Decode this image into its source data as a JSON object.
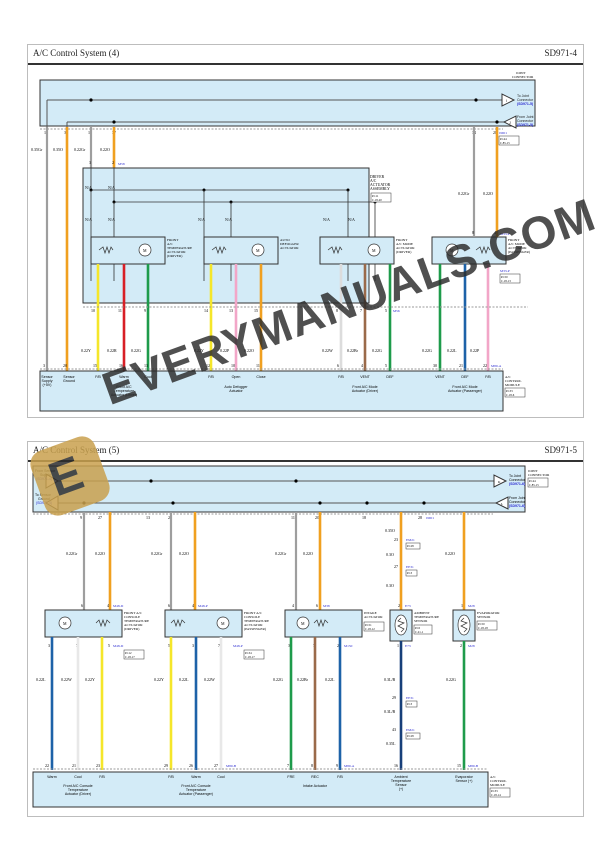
{
  "pages": [
    {
      "title": "A/C Control System (4)",
      "code": "SD971-4",
      "joint_connector": {
        "label": "JOINT CONNECTOR",
        "to": {
          "pin": "I",
          "text": "To Joint Connector",
          "ref": "(SD971-5)"
        },
        "from": {
          "pin": "J",
          "text": "From Joint Connector",
          "ref": "(SD971-5)"
        }
      },
      "top_pins": [
        "18",
        "32",
        "12",
        "37",
        "34",
        "28"
      ],
      "top_wires": [
        "0.35Gr",
        "0.35O",
        "0.22Gr",
        "0.22O",
        "0.22Gr",
        "0.22O"
      ],
      "jm_ref": {
        "code": "JM01",
        "page": "P.144",
        "conn": "C.85-15"
      },
      "driver_assembly": {
        "label": "DRIVER A/C ACTUATOR ASSEMBLY",
        "page": "P.111",
        "conn": "C.18-20",
        "conn_code": "M58",
        "in_pins": [
          "3",
          "2"
        ]
      },
      "na": "N/A",
      "actuators": [
        {
          "name": "FRONT A/C TEMPERATURE ACTUATOR (DRIVER)",
          "top_pins": [
            "4",
            "8"
          ],
          "bot_pins": [
            "5",
            "7",
            "3"
          ]
        },
        {
          "name": "AUTO DEFOGGER ACTUATOR",
          "top_pins": [
            "4",
            "8"
          ],
          "bot_pins": [
            "5",
            "7",
            "3"
          ]
        },
        {
          "name": "FRONT A/C MODE ACTUATOR (DRIVER)",
          "top_pins": [
            "8",
            "4"
          ],
          "bot_pins": [
            "5",
            "7",
            "3"
          ]
        },
        {
          "name": "FRONT A/C MODE ACTUATOR (PASSENGER)",
          "top_pins": [
            "8",
            "4"
          ],
          "bot_pins": [
            "7",
            "3",
            "5"
          ],
          "conn_code": "M33-P",
          "page": "P.150",
          "conn": "C.18-13"
        }
      ],
      "lower_pins_top": [
        "10",
        "11",
        "9",
        "14",
        "13",
        "15",
        "8",
        "7",
        "5"
      ],
      "lower_wires": [
        "0.22Y",
        "0.22R",
        "0.22G",
        "0.22Y",
        "0.22P",
        "0.22O",
        "0.22W",
        "0.22Br",
        "0.22G",
        "0.22G",
        "0.22L",
        "0.22P"
      ],
      "lower_pins_bottom": [
        "3",
        "20",
        "15",
        "16",
        "13",
        "12",
        "10",
        "11",
        "6",
        "4",
        "5",
        "30",
        "21",
        "22"
      ],
      "m56_code": "M56",
      "m80_code": "M80-A",
      "module_labels": [
        "Sensor Supply (+5V)",
        "Sensor Ground"
      ],
      "groups": [
        {
          "pins": [
            "F/B",
            "Warm",
            "Cool"
          ],
          "label": "Front A/C Temperature Actuator (Driver)"
        },
        {
          "pins": [
            "F/B",
            "Open",
            "Close"
          ],
          "label": "Auto Defogger Actuator"
        },
        {
          "pins": [
            "F/B",
            "VENT",
            "DEF"
          ],
          "label": "Front A/C Mode Actuator (Driver)"
        },
        {
          "pins": [
            "VENT",
            "DEF",
            "F/B"
          ],
          "label": "Front A/C Mode Actuator (Passenger)"
        }
      ],
      "control_module": {
        "label": "A/C CONTROL MODULE",
        "page": "P.133",
        "conn": "C.18-6"
      }
    },
    {
      "title": "A/C Control System (5)",
      "code": "SD971-5",
      "joint_connector": {
        "label": "JOINT CONNECTOR",
        "page": "P.144",
        "conn": "C.85-15",
        "to": {
          "pin": "K",
          "text": "To Joint Connector",
          "ref": "(SD971-6)"
        },
        "from": {
          "pin": "L",
          "text": "From Joint Connector",
          "ref": "(SD971-6)"
        }
      },
      "left_refs": [
        {
          "text": "From Sensor Supply",
          "ref": "(SD971-4)"
        },
        {
          "text": "To Sensor Ground",
          "ref": "(SD971-4)"
        }
      ],
      "top_pins": [
        "9",
        "27",
        "13",
        "22",
        "11",
        "20",
        "18",
        "28"
      ],
      "jm_code": "JM01",
      "wires_top": [
        "0.22Gr",
        "0.22O",
        "0.22Gr",
        "0.22O",
        "0.22Gr",
        "0.22O",
        "0.35O",
        "0.3O",
        "0.3O",
        "0.22O"
      ],
      "splices": [
        {
          "pin": "23",
          "code": "EM21",
          "page": "P.128"
        },
        {
          "pin": "27",
          "code": "EE31",
          "page": "P.13"
        },
        {
          "pin": "29",
          "code": "EE31",
          "page": "P.13"
        },
        {
          "pin": "43",
          "code": "EM21",
          "page": "P.128"
        }
      ],
      "components": [
        {
          "name": "FRONT A/C CONSOLE TEMPERATURE ACTUATOR (DRIVER)",
          "code": "M48-D",
          "page": "P.112",
          "conn": "C.18-17",
          "top": [
            "6",
            "4"
          ],
          "bot": [
            "3",
            "7",
            "5"
          ]
        },
        {
          "name": "FRONT A/C CONSOLE TEMPERATURE ACTUATOR (PASSENGER)",
          "code": "M48-P",
          "page": "P.134",
          "conn": "C.18-17",
          "top": [
            "6",
            "4"
          ],
          "bot": [
            "5",
            "3",
            "7"
          ]
        },
        {
          "name": "INTAKE ACTUATOR",
          "code": "M38",
          "code2": "M150",
          "page": "P.151",
          "conn": "C.18-12",
          "top": [
            "4",
            "6"
          ],
          "bot": [
            "3",
            "7",
            "2"
          ]
        },
        {
          "name": "AMBIENT TEMPERATURE SENSOR",
          "code": "E73",
          "page": "P.10",
          "conn": "C.21-1",
          "top": [
            "2"
          ],
          "bot": [
            "1"
          ]
        },
        {
          "name": "EVAPORATOR SENSOR",
          "code": "M28",
          "page": "P.150",
          "conn": "C.18-18",
          "top": [
            "1"
          ],
          "bot": [
            "2"
          ]
        }
      ],
      "wires_bottom": [
        "0.22L",
        "0.22W",
        "0.22Y",
        "0.22Y",
        "0.22L",
        "0.22W",
        "0.22G",
        "0.22Br",
        "0.22L",
        "0.3L/B",
        "0.3L/B",
        "0.35L",
        "0.22G"
      ],
      "bottom_pins": [
        "22",
        "21",
        "23",
        "29",
        "26",
        "27",
        "7",
        "8",
        "9",
        "16",
        "15"
      ],
      "m80_codes": [
        "M80-B",
        "M80-A",
        "M80-B"
      ],
      "groups": [
        {
          "pins": [
            "Warm",
            "Cool",
            "F/B"
          ],
          "label": "Front A/C Console Temperature Actuator (Driver)"
        },
        {
          "pins": [
            "F/B",
            "Warm",
            "Cool"
          ],
          "label": "Front A/C Console Temperature Actuator (Passenger)"
        },
        {
          "pins": [
            "FRE",
            "REC",
            "F/B"
          ],
          "label": "Intake Actuator"
        },
        {
          "pins": [],
          "label": "Ambient Temperature Sensor (+)"
        },
        {
          "pins": [],
          "label": "Evaporator Sensor (+)"
        }
      ],
      "control_module": {
        "label": "A/C CONTROL MODULE",
        "page": "P.133",
        "conn": "C.18-14"
      }
    }
  ],
  "watermark": "EVERYMANUALS.COM",
  "colors": {
    "panel": "#d3ebf7",
    "gray": "#9e9e9e",
    "orange": "#f0a020",
    "yellow": "#f5e62a",
    "red": "#d81f26",
    "green": "#1e9b4b",
    "pink": "#f2a6c8",
    "brown": "#9a6a4a",
    "blue": "#1d62a8",
    "white": "#f2f2f2",
    "navy": "#173f7a",
    "link": "#2a2ad0"
  }
}
